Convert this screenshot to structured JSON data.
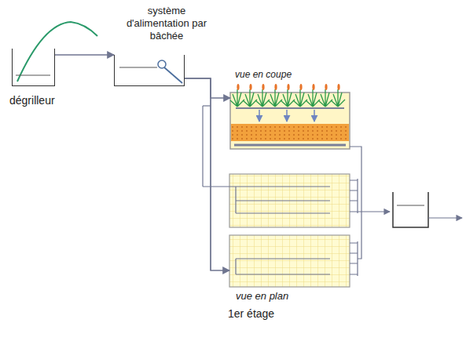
{
  "diagram": {
    "nodes": [
      {
        "text": [
          "dégrilleur"
        ]
      },
      {
        "text": [
          "système d'alimentation par bâchée"
        ]
      },
      {
        "text": [
          "vue en coupe"
        ]
      },
      {
        "text": [
          "vue en plan"
        ]
      }
    ],
    "edges": [
      {
        "from": 0,
        "to": 1,
        "arrow": "to"
      },
      {
        "from": 1,
        "to": 2,
        "arrow": "to"
      },
      {
        "from": 1,
        "to": 3,
        "arrow": "to"
      }
    ],
    "labels": [
      "1er étage"
    ]
  }
}
